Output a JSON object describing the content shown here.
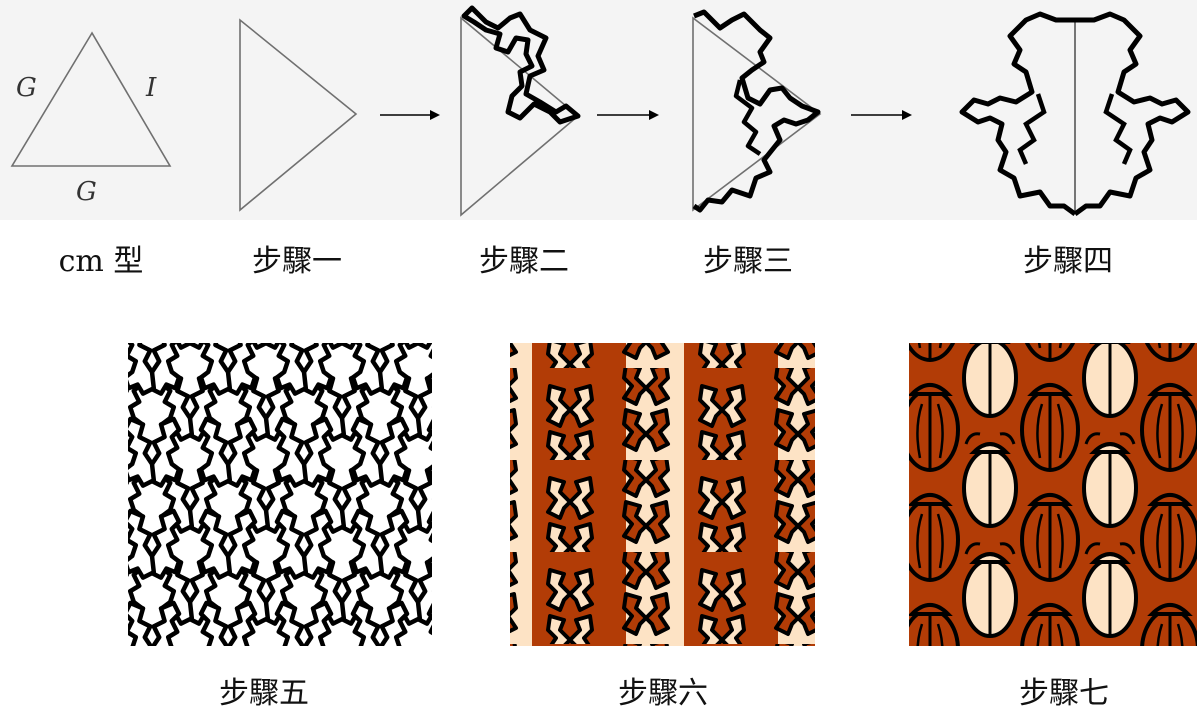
{
  "edge_labels": {
    "left": "G",
    "right": "I",
    "bottom": "G"
  },
  "labels": {
    "type": "cm 型",
    "step1": "步驟一",
    "step2": "步驟二",
    "step3": "步驟三",
    "step4": "步驟四",
    "step5": "步驟五",
    "step6": "步驟六",
    "step7": "步驟七"
  },
  "colors": {
    "outline": "#000000",
    "rust": "#b23c06",
    "cream": "#fde3c5",
    "grey_line": "#707070",
    "band": "#f4f4f4"
  }
}
